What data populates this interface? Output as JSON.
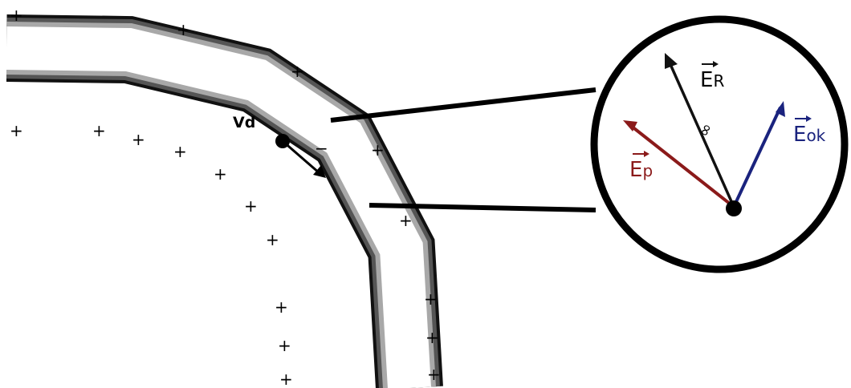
{
  "labels": {
    "drift_velocity_main": "V",
    "drift_velocity_sub": "d",
    "electron_sign": "−",
    "field_resultant_main": "E",
    "field_resultant_sub": "R",
    "field_p_main": "E",
    "field_p_sub": "p",
    "field_ok_main": "E",
    "field_ok_sub": "ok",
    "plus_sign": "+"
  },
  "colors": {
    "wire_outline": "#000000",
    "field_resultant": "#111111",
    "field_p": "#8b1a1a",
    "field_ok": "#1a237e",
    "circle_border": "#000000"
  }
}
